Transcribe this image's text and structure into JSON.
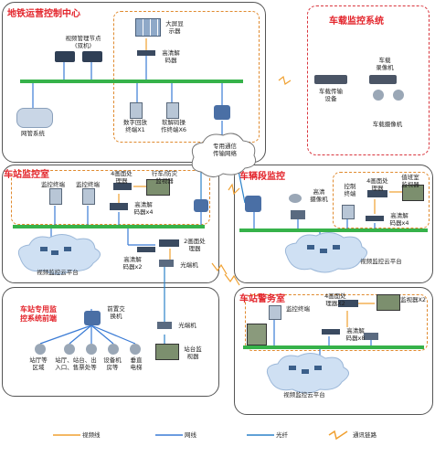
{
  "sections": {
    "control_center": {
      "title": "地铁运营控制中心"
    },
    "onboard": {
      "title": "车载监控系统"
    },
    "station": {
      "title": "车站监控室"
    },
    "depot": {
      "title": "车辆段监控"
    },
    "police": {
      "title": "车站警务室"
    },
    "station_cameras": {
      "title": "车站专用监\n控系统前端"
    }
  },
  "labels": {
    "video_node": "视频管理节点\n(双机)",
    "big_screen": "大屏显\n示器",
    "hd_decoder_cc": "高清解\n码器",
    "digital_playback": "数字回放\n终端X1",
    "soft_decoder": "软解码操\n作终端X6",
    "netmgmt": "网管系统",
    "comm_network": "专用通信\n传输网络",
    "onboard_transmit": "车载传输\n设备",
    "onboard_recorder": "车载\n录像机",
    "onboard_camera": "车载摄像机",
    "st_monitor1": "监控终端",
    "st_monitor2": "监控终端",
    "st_quad": "4画面处\n理器",
    "st_hd_decoder": "高清解\n码器x4",
    "st_train_monitor": "行车/防灾\n监视器",
    "st_dual": "2画面处\n理器",
    "st_hd_decoder2": "高清解\n码器x2",
    "st_optical": "光端机",
    "st_cloud": "视频监控云平台",
    "dp_hd_camera": "高清\n摄像机",
    "dp_control": "控制\n终端",
    "dp_quad": "4画面处\n理器",
    "dp_duty": "值班室\n监视器",
    "dp_hd_decoder": "高清解\n码器x4",
    "dp_cloud": "视频监控云平台",
    "fe_switch": "前置交\n换机",
    "fe_cam1": "站厅等\n区域",
    "fe_cam2": "站厅、站台、出\n入口、售票处等",
    "fe_cam3": "设备机\n房等",
    "fe_cam4": "垂直\n电梯",
    "fe_optical": "光端机",
    "fe_platform_monitor": "站台监\n视器",
    "po_monitor": "监控终端",
    "po_quad": "4画面处\n理器X2",
    "po_monitor_x2": "监视器X2",
    "po_hd_decoder": "高清解\n码器x8",
    "po_cloud": "视频监控云平台"
  },
  "legend": [
    {
      "label": "视频线",
      "color": "#f0a030",
      "style": "solid"
    },
    {
      "label": "网线",
      "color": "#3a7bd5",
      "style": "solid"
    },
    {
      "label": "光纤",
      "color": "#2b82c9",
      "style": "solid"
    },
    {
      "label": "通讯链路",
      "color": "#f0a030",
      "style": "zigzag"
    }
  ],
  "colors": {
    "backbone": "#36b24a",
    "title": "#e3242b",
    "dashed": "#e08a2e"
  }
}
